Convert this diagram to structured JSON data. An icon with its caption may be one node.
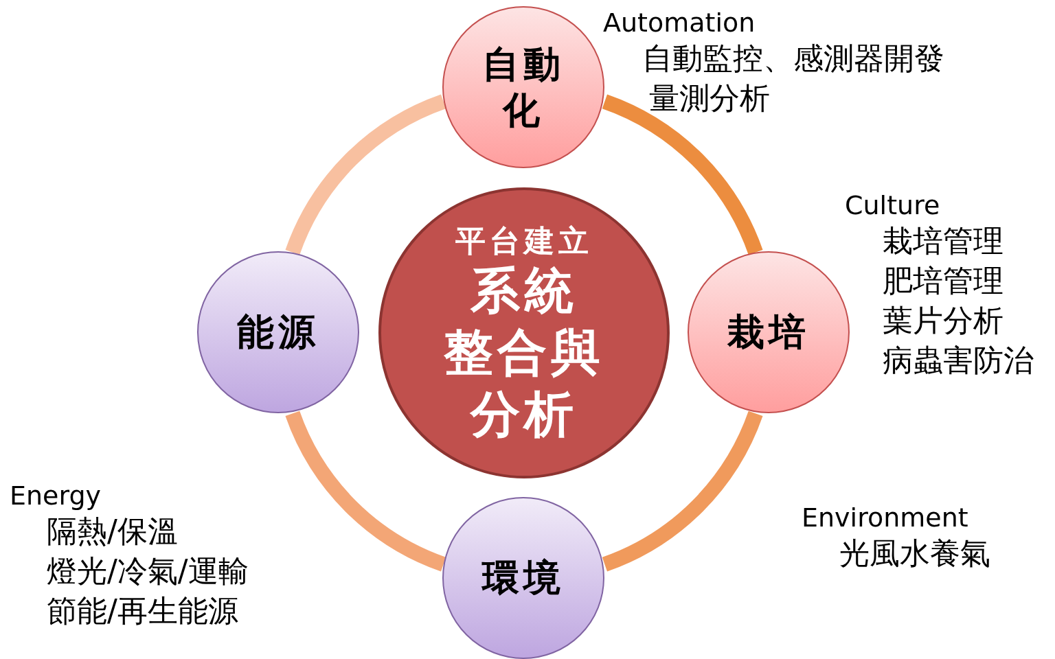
{
  "diagram": {
    "nodes": [
      {
        "text": [
          "平台建立",
          "系統",
          "整合與",
          "分析"
        ]
      },
      {
        "text": [
          "自動化"
        ],
        "beside": [
          "Automation",
          "自動監控、感測器開發",
          "量測分析"
        ]
      },
      {
        "text": [
          "栽培"
        ],
        "beside": [
          "Culture",
          "栽培管理",
          "肥培管理",
          "葉片分析",
          "病蟲害防治"
        ]
      },
      {
        "text": [
          "環境"
        ],
        "beside": [
          "Environment",
          "光風水養氣"
        ]
      },
      {
        "text": [
          "能源"
        ],
        "beside": [
          "Energy",
          "隔熱/保溫",
          "燈光/冷氣/運輸",
          "節能/再生能源"
        ]
      }
    ],
    "edges": [
      {
        "from": 1,
        "to": 2,
        "arrow": "none",
        "color": "#ec8d3f"
      },
      {
        "from": 2,
        "to": 3,
        "arrow": "none",
        "color": "#f09a5c"
      },
      {
        "from": 3,
        "to": 4,
        "arrow": "none",
        "color": "#f3a676"
      },
      {
        "from": 4,
        "to": 1,
        "arrow": "none",
        "color": "#f8c0a0"
      }
    ]
  }
}
